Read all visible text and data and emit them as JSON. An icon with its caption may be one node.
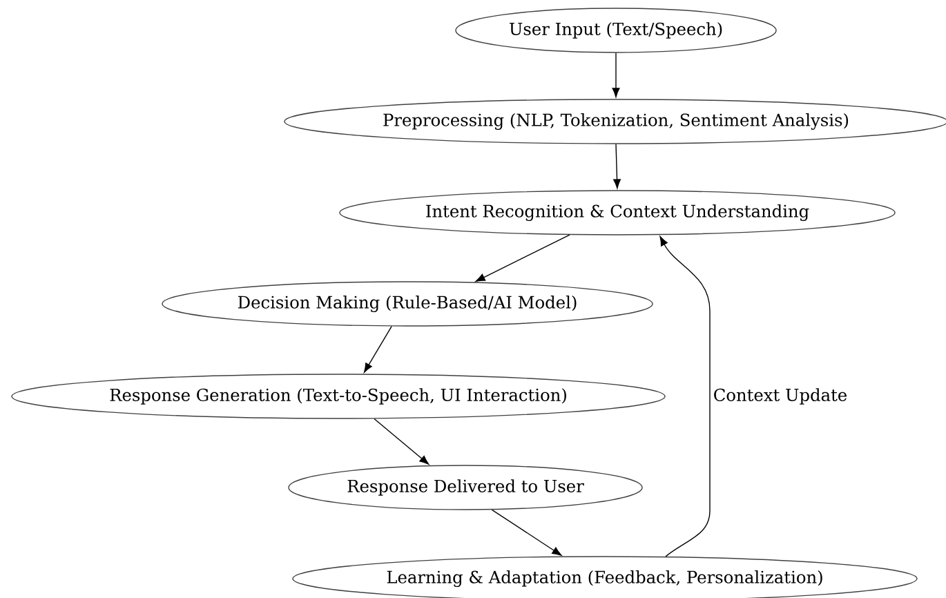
{
  "diagram": {
    "nodes": [
      {
        "text": [
          "User Input (Text/Speech)"
        ]
      },
      {
        "text": [
          "Preprocessing (NLP, Tokenization, Sentiment Analysis)"
        ]
      },
      {
        "text": [
          "Intent Recognition & Context Understanding"
        ]
      },
      {
        "text": [
          "Decision Making (Rule-Based/AI Model)"
        ]
      },
      {
        "text": [
          "Response Generation (Text-to-Speech, UI Interaction)"
        ]
      },
      {
        "text": [
          "Response Delivered to User"
        ]
      },
      {
        "text": [
          "Learning & Adaptation (Feedback, Personalization)"
        ]
      }
    ],
    "edges": [
      {
        "from": 0,
        "to": 1,
        "arrow": "to"
      },
      {
        "from": 1,
        "to": 2,
        "arrow": "to"
      },
      {
        "from": 2,
        "to": 3,
        "arrow": "to"
      },
      {
        "from": 3,
        "to": 4,
        "arrow": "to"
      },
      {
        "from": 4,
        "to": 5,
        "arrow": "to"
      },
      {
        "from": 5,
        "to": 6,
        "arrow": "to"
      },
      {
        "from": 6,
        "to": 2,
        "arrow": "to",
        "label": "Context Update"
      }
    ]
  }
}
